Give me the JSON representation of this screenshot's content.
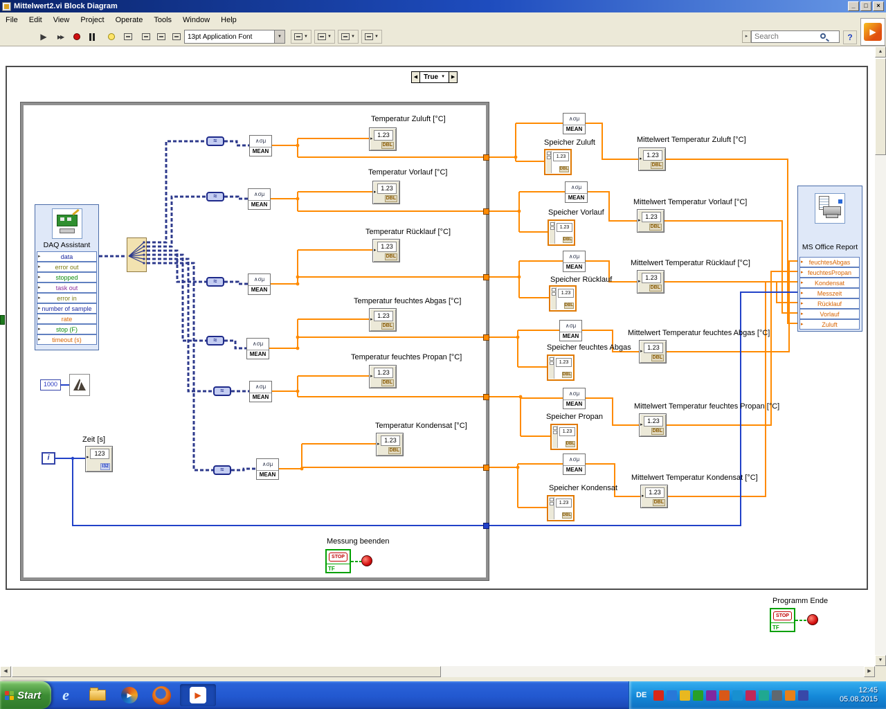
{
  "window": {
    "title": "Mittelwert2.vi Block Diagram",
    "controls": {
      "minimize": "_",
      "maximize": "□",
      "close": "×"
    }
  },
  "menu": [
    "File",
    "Edit",
    "View",
    "Project",
    "Operate",
    "Tools",
    "Window",
    "Help"
  ],
  "toolbar": {
    "font": "13pt Application Font",
    "search_placeholder": "Search",
    "help": "?"
  },
  "icons": {
    "play": "▶",
    "left": "◀",
    "right": "▶",
    "up": "▲",
    "down": "▼",
    "tri_right": "▸",
    "convert": "≈"
  },
  "case": {
    "selector": "True"
  },
  "daq": {
    "title": "DAQ Assistant",
    "rows": [
      {
        "label": "data",
        "color": "#1a28a0"
      },
      {
        "label": "error out",
        "color": "#7a7a10"
      },
      {
        "label": "stopped",
        "color": "#0a8a0a"
      },
      {
        "label": "task out",
        "color": "#8a2a9a"
      },
      {
        "label": "error in",
        "color": "#7a7a10"
      },
      {
        "label": "number of sample",
        "color": "#1a28a0"
      },
      {
        "label": "rate",
        "color": "#d86400"
      },
      {
        "label": "stop (F)",
        "color": "#0a8a0a"
      },
      {
        "label": "timeout (s)",
        "color": "#d86400"
      }
    ]
  },
  "office": {
    "title": "MS Office Report",
    "rows": [
      {
        "label": "feuchtesAbgas",
        "color": "#d86400"
      },
      {
        "label": "feuchtesPropan",
        "color": "#d86400"
      },
      {
        "label": "Kondensat",
        "color": "#d86400"
      },
      {
        "label": "Messzeit",
        "color": "#d86400"
      },
      {
        "label": "Rücklauf",
        "color": "#d86400"
      },
      {
        "label": "Vorlauf",
        "color": "#d86400"
      },
      {
        "label": "Zuluft",
        "color": "#d86400"
      }
    ]
  },
  "mean": {
    "icon": "∧σμ",
    "label": "MEAN"
  },
  "numeric": {
    "value": "1.23",
    "type": "DBL"
  },
  "zeit": {
    "label": "Zeit [s]",
    "value": "123",
    "type": "I32"
  },
  "channels": [
    {
      "temp_label": "Temperatur Zuluft [°C]",
      "speicher_label": "Speicher Zuluft",
      "mittelwert_label": "Mittelwert Temperatur Zuluft [°C]"
    },
    {
      "temp_label": "Temperatur Vorlauf [°C]",
      "speicher_label": "Speicher Vorlauf",
      "mittelwert_label": "Mittelwert Temperatur Vorlauf [°C]"
    },
    {
      "temp_label": "Temperatur Rücklauf [°C]",
      "speicher_label": "Speicher Rücklauf",
      "mittelwert_label": "Mittelwert Temperatur Rücklauf [°C]"
    },
    {
      "temp_label": "Temperatur feuchtes Abgas [°C]",
      "speicher_label": "Speicher feuchtes Abgas",
      "mittelwert_label": "Mittelwert Temperatur feuchtes Abgas [°C]"
    },
    {
      "temp_label": "Temperatur feuchtes Propan [°C]",
      "speicher_label": "Speicher Propan",
      "mittelwert_label": "Mittelwert Temperatur feuchtes Propan [°C]"
    },
    {
      "temp_label": "Temperatur Kondensat [°C]",
      "speicher_label": "Speicher Kondensat",
      "mittelwert_label": "Mittelwert Temperatur Kondensat [°C]"
    }
  ],
  "constants": {
    "wait_ms": "1000",
    "iteration": "i"
  },
  "stop_button": {
    "label": "Messung beenden",
    "text": "STOP",
    "type": "TF"
  },
  "program_end": {
    "label": "Programm Ende",
    "text": "STOP",
    "type": "TF"
  },
  "taskbar": {
    "start": "Start",
    "language": "DE",
    "time": "12:45",
    "date": "05.08.2015"
  },
  "colors": {
    "wire_dbl": "#ff8a00",
    "wire_dynamic": "#2e3a8c",
    "wire_int": "#2242c8",
    "wire_bool": "#00a400",
    "express_bg": "#dfe8f8",
    "express_border": "#4a6ca8",
    "titlebar": "#0a246a",
    "taskbar": "#2258d0"
  }
}
